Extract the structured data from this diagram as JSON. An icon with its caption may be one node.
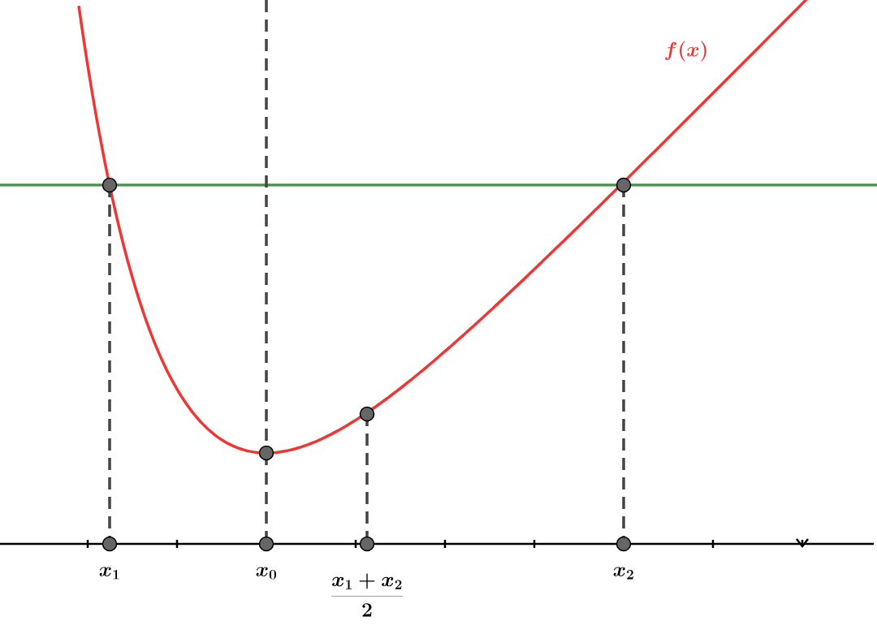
{
  "diagram": {
    "nodes": [
      {
        "text": [],
        "shape": "circle"
      },
      {
        "text": [],
        "shape": "circle"
      },
      {
        "text": [],
        "shape": "circle"
      },
      {
        "text": [],
        "shape": "circle"
      },
      {
        "text": [],
        "shape": "circle",
        "beside": [
          "x_1"
        ]
      },
      {
        "text": [],
        "shape": "circle",
        "beside": [
          "x_0"
        ]
      },
      {
        "text": [],
        "shape": "circle",
        "beside": [
          "\\frac{x_1+x_2}{2}"
        ]
      },
      {
        "text": [],
        "shape": "circle",
        "beside": [
          "x_2"
        ]
      }
    ],
    "edges": [
      {
        "from": 0,
        "to": 4,
        "arrow": "none",
        "style": "dashed"
      },
      {
        "from": 3,
        "to": 5,
        "arrow": "none",
        "style": "dashed"
      },
      {
        "from": 2,
        "to": 6,
        "arrow": "none",
        "style": "dashed"
      },
      {
        "from": 1,
        "to": 7,
        "arrow": "none",
        "style": "dashed"
      }
    ],
    "labels": [
      "f(x)"
    ]
  }
}
